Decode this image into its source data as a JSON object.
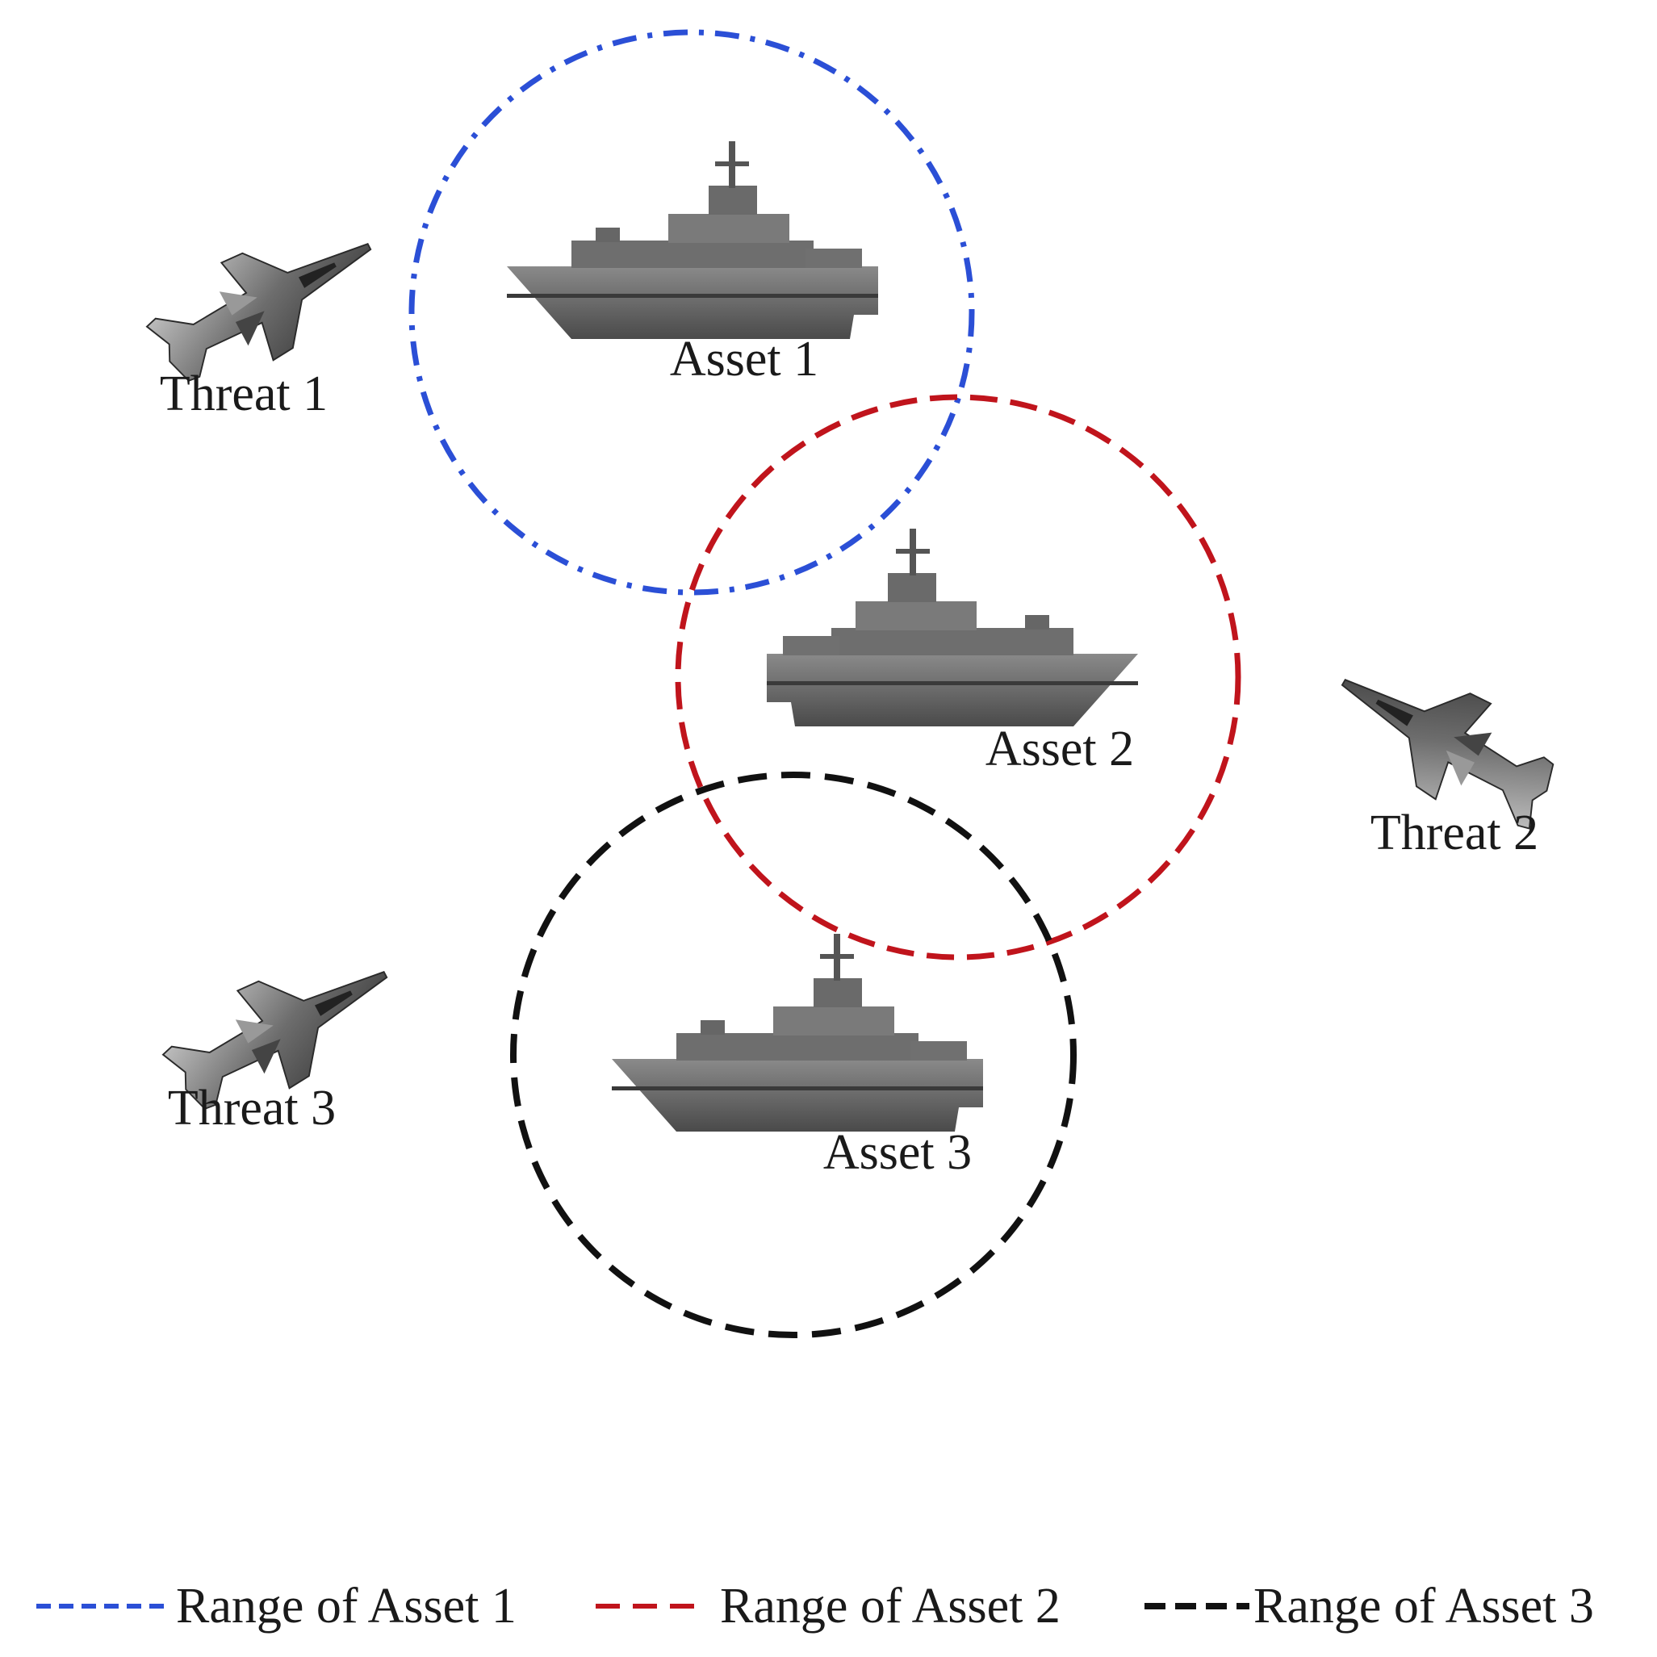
{
  "assets": [
    {
      "label": "Asset 1",
      "range_color": "#2b4fd6"
    },
    {
      "label": "Asset 2",
      "range_color": "#c0141c"
    },
    {
      "label": "Asset 3",
      "range_color": "#111111"
    }
  ],
  "threats": [
    {
      "label": "Threat 1"
    },
    {
      "label": "Threat 2"
    },
    {
      "label": "Threat 3"
    }
  ],
  "legend": [
    {
      "label": "Range of Asset 1",
      "color": "#2b4fd6"
    },
    {
      "label": "Range of Asset 2",
      "color": "#c0141c"
    },
    {
      "label": "Range of Asset 3",
      "color": "#111111"
    }
  ],
  "icons": {
    "asset": "warship-icon",
    "threat": "fighter-jet-icon"
  }
}
